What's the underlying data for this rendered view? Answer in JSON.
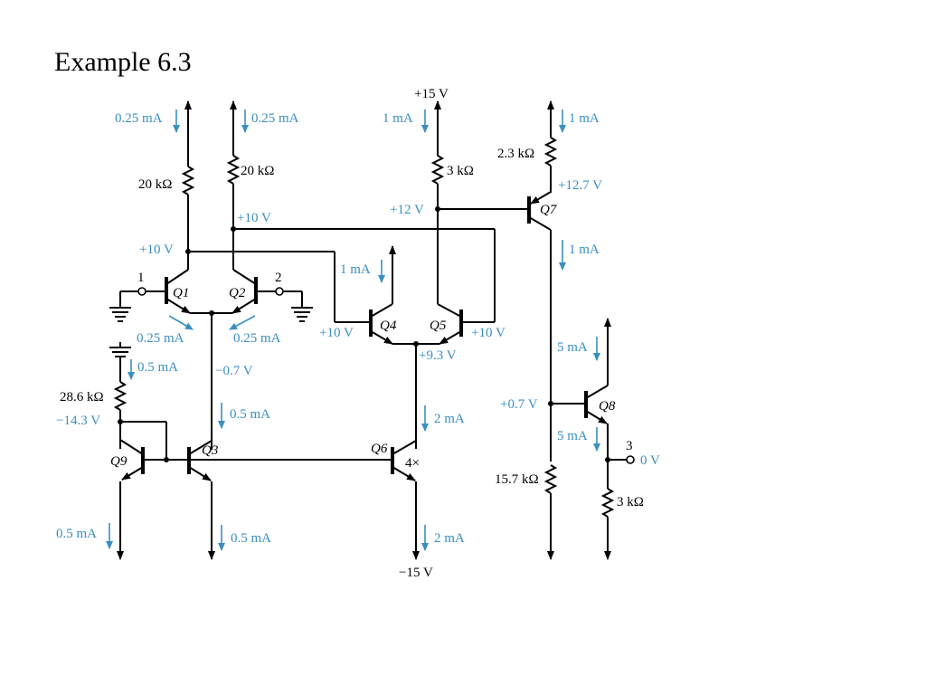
{
  "title": "Example 6.3",
  "colors": {
    "annotation": "#3a8fc0",
    "wire": "#000000"
  },
  "rails": {
    "positive": "+15 V",
    "negative": "−15 V"
  },
  "transistors": {
    "q1": "Q1",
    "q2": "Q2",
    "q3": "Q3",
    "q4": "Q4",
    "q5": "Q5",
    "q6": "Q6",
    "q7": "Q7",
    "q8": "Q8",
    "q9": "Q9",
    "q6_multiplier": "4×"
  },
  "resistors": {
    "r_q1": "20 kΩ",
    "r_q2": "20 kΩ",
    "r_q5": "3 kΩ",
    "r_q7": "2.3 kΩ",
    "r_bias": "28.6 kΩ",
    "r_q7_emitter": "15.7 kΩ",
    "r_load": "3 kΩ"
  },
  "terminals": {
    "in1": "1",
    "in2": "2",
    "out": "3"
  },
  "currents": {
    "q1_top": "0.25 mA",
    "q2_top": "0.25 mA",
    "q4_top": "1 mA",
    "q5_top": "1 mA",
    "q7_top": "1 mA",
    "q7_bottom": "1 mA",
    "q4_collector": "1 mA",
    "q1_emitter": "0.25 mA",
    "q2_emitter": "0.25 mA",
    "bias_top": "0.5 mA",
    "q3_collector": "0.5 mA",
    "q6_collector": "2 mA",
    "q8_collector": "5 mA",
    "q8_emitter": "5 mA",
    "q9_bottom": "0.5 mA",
    "q3_bottom": "0.5 mA",
    "q6_bottom": "2 mA"
  },
  "voltages": {
    "q2_collector": "+10 V",
    "q1_collector": "+10 V",
    "q5_collector": "+12 V",
    "q7_emitter": "+12.7 V",
    "q4_base": "+10 V",
    "q5_base": "+10 V",
    "q45_emitters": "+9.3 V",
    "q12_emitters": "−0.7 V",
    "bias_node": "−14.3 V",
    "q8_base": "+0.7 V",
    "output": "0 V"
  }
}
